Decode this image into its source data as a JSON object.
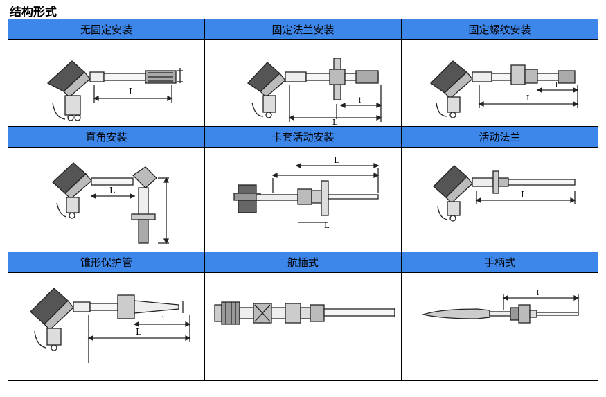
{
  "page_title": "结构形式",
  "cells": [
    {
      "label": "无固定安装",
      "icon": "thermocouple-no-fixing-icon",
      "dims": [
        "L"
      ]
    },
    {
      "label": "固定法兰安装",
      "icon": "thermocouple-fixed-flange-icon",
      "dims": [
        "L",
        "l"
      ]
    },
    {
      "label": "固定螺纹安装",
      "icon": "thermocouple-fixed-thread-icon",
      "dims": [
        "L",
        "l"
      ]
    },
    {
      "label": "直角安装",
      "icon": "thermocouple-right-angle-icon",
      "dims": [
        "L"
      ]
    },
    {
      "label": "卡套活动安装",
      "icon": "thermocouple-ferrule-movable-icon",
      "dims": [
        "L",
        "L"
      ]
    },
    {
      "label": "活动法兰",
      "icon": "thermocouple-movable-flange-icon",
      "dims": [
        "L"
      ]
    },
    {
      "label": "锥形保护管",
      "icon": "thermocouple-tapered-tube-icon",
      "dims": [
        "L",
        "l"
      ]
    },
    {
      "label": "航插式",
      "icon": "thermocouple-aviation-plug-icon",
      "dims": []
    },
    {
      "label": "手柄式",
      "icon": "thermocouple-handle-icon",
      "dims": [
        "l"
      ]
    }
  ]
}
